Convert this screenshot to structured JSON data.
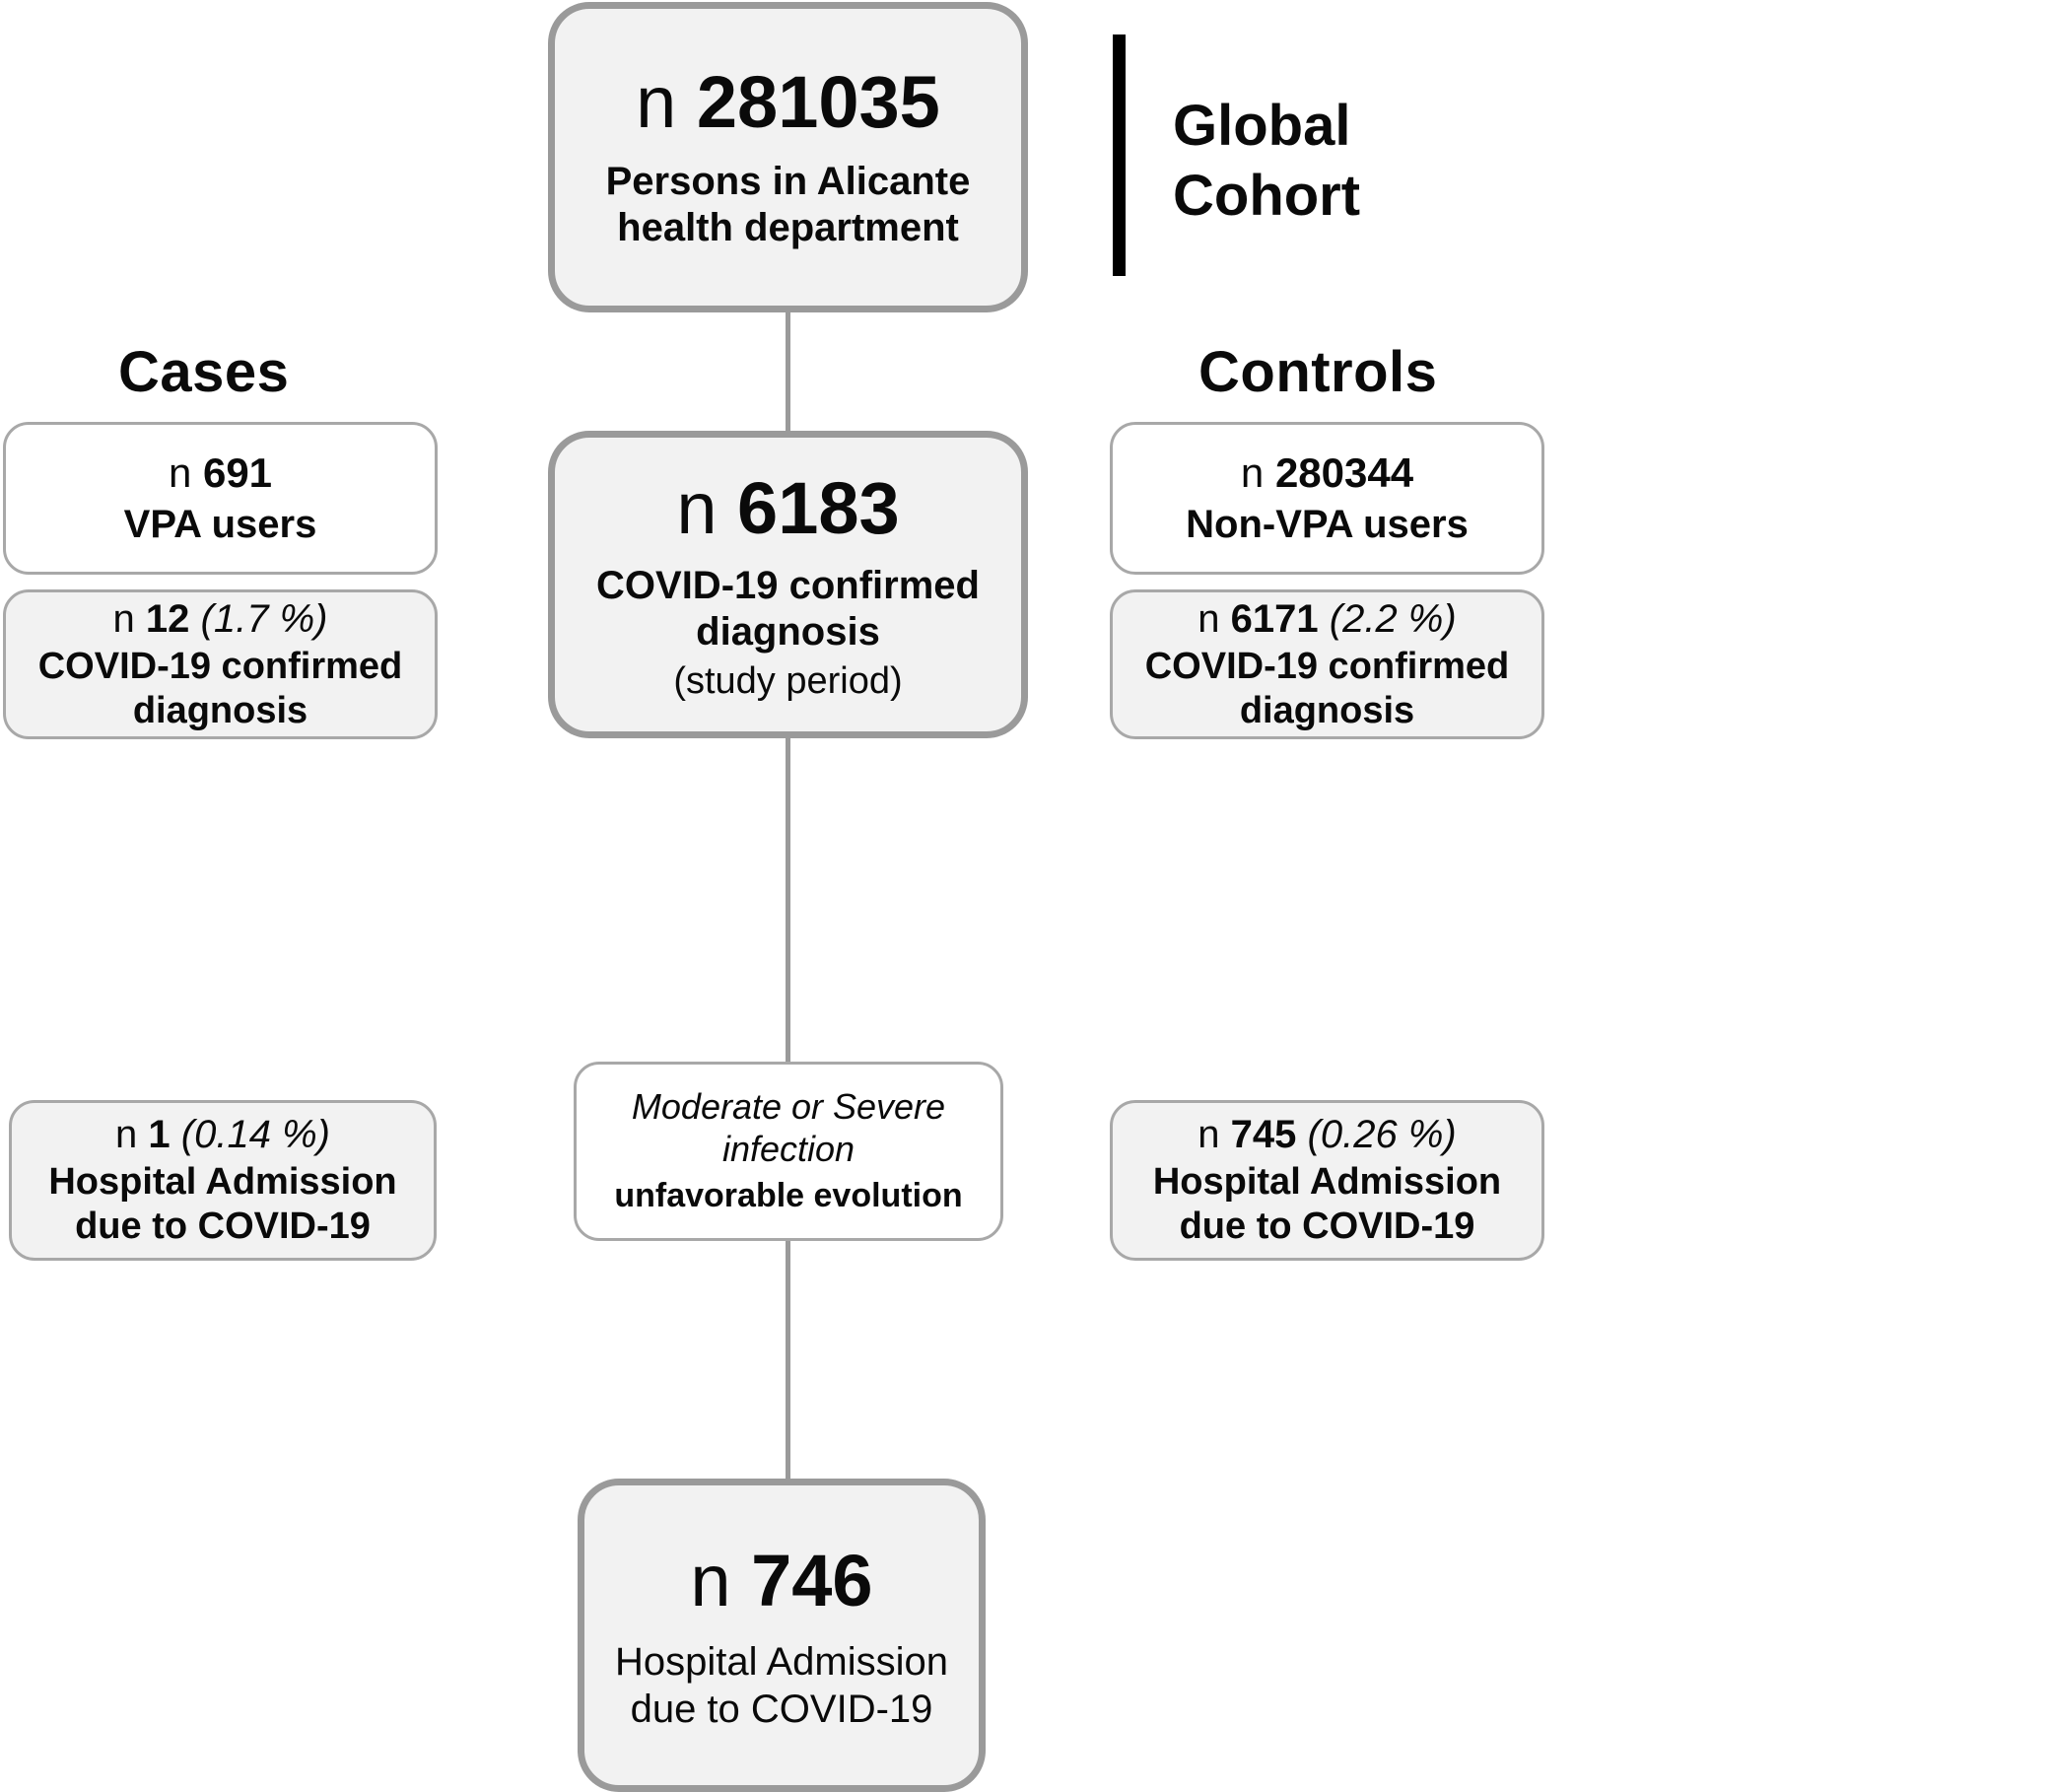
{
  "diagram": {
    "annotation": {
      "cohort_label": "Global\nCohort"
    },
    "columns": {
      "left_header": "Cases",
      "right_header": "Controls"
    },
    "center": {
      "top_box": {
        "n_prefix": "n",
        "n_value": "281035",
        "description": "Persons in Alicante health department"
      },
      "mid_box": {
        "n_prefix": "n",
        "n_value": "6183",
        "description": "COVID-19 confirmed diagnosis",
        "note": "(study period)"
      },
      "evolution_box": {
        "italic_text": "Moderate or Severe infection",
        "bold_text": "unfavorable evolution"
      },
      "bottom_box": {
        "n_prefix": "n",
        "n_value": "746",
        "description": "Hospital Admission due to COVID-19"
      }
    },
    "cases": {
      "cohort_box": {
        "n_prefix": "n",
        "n_value": "691",
        "description": "VPA users"
      },
      "diagnosis_box": {
        "n_prefix": "n",
        "n_value": "12",
        "percent": "(1.7 %)",
        "description": "COVID-19 confirmed diagnosis"
      },
      "admission_box": {
        "n_prefix": "n",
        "n_value": "1",
        "percent": "(0.14 %)",
        "description": "Hospital Admission due to COVID-19"
      }
    },
    "controls": {
      "cohort_box": {
        "n_prefix": "n",
        "n_value": "280344",
        "description": "Non-VPA users"
      },
      "diagnosis_box": {
        "n_prefix": "n",
        "n_value": "6171",
        "percent": "(2.2 %)",
        "description": "COVID-19 confirmed diagnosis"
      },
      "admission_box": {
        "n_prefix": "n",
        "n_value": "745",
        "percent": "(0.26 %)",
        "description": "Hospital Admission due to COVID-19"
      }
    },
    "colors": {
      "box_fill_shaded": "#f2f2f2",
      "box_fill_plain": "#ffffff",
      "border_major": "#9a9a9a",
      "border_minor": "#a8a8a8",
      "text": "#0a0a0a",
      "cohort_bar": "#000000"
    }
  }
}
